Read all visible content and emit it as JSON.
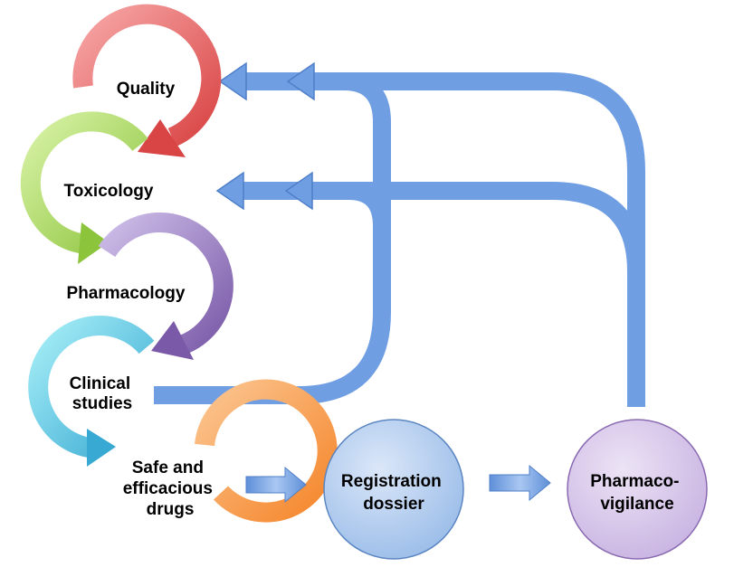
{
  "stages": [
    {
      "id": "quality",
      "lines": [
        "Quality"
      ],
      "colors": {
        "light": "#f7a6a6",
        "dark": "#d94545"
      }
    },
    {
      "id": "toxicology",
      "lines": [
        "Toxicology"
      ],
      "colors": {
        "light": "#d8f2a6",
        "dark": "#8cc43c"
      }
    },
    {
      "id": "pharmacology",
      "lines": [
        "Pharmacology"
      ],
      "colors": {
        "light": "#cdbde8",
        "dark": "#7a5aa8"
      }
    },
    {
      "id": "clinical",
      "lines": [
        "Clinical",
        "studies"
      ],
      "colors": {
        "light": "#a6eef7",
        "dark": "#38a9d2"
      }
    },
    {
      "id": "safe",
      "lines": [
        "Safe and",
        "efficacious",
        "drugs"
      ],
      "colors": {
        "light": "#fbc590",
        "dark": "#f5862b"
      }
    }
  ],
  "nodes": [
    {
      "id": "registration",
      "lines": [
        "Registration",
        "dossier"
      ],
      "colors": {
        "light": "#dbe7f8",
        "dark": "#9bbde9",
        "stroke": "#5b86c2"
      }
    },
    {
      "id": "pharmacovigilance",
      "lines": [
        "Pharmaco-",
        "vigilance"
      ],
      "colors": {
        "light": "#ece3f5",
        "dark": "#c9b4e2",
        "stroke": "#8a6ab2"
      }
    }
  ],
  "connector_color": "#6f9ee3"
}
